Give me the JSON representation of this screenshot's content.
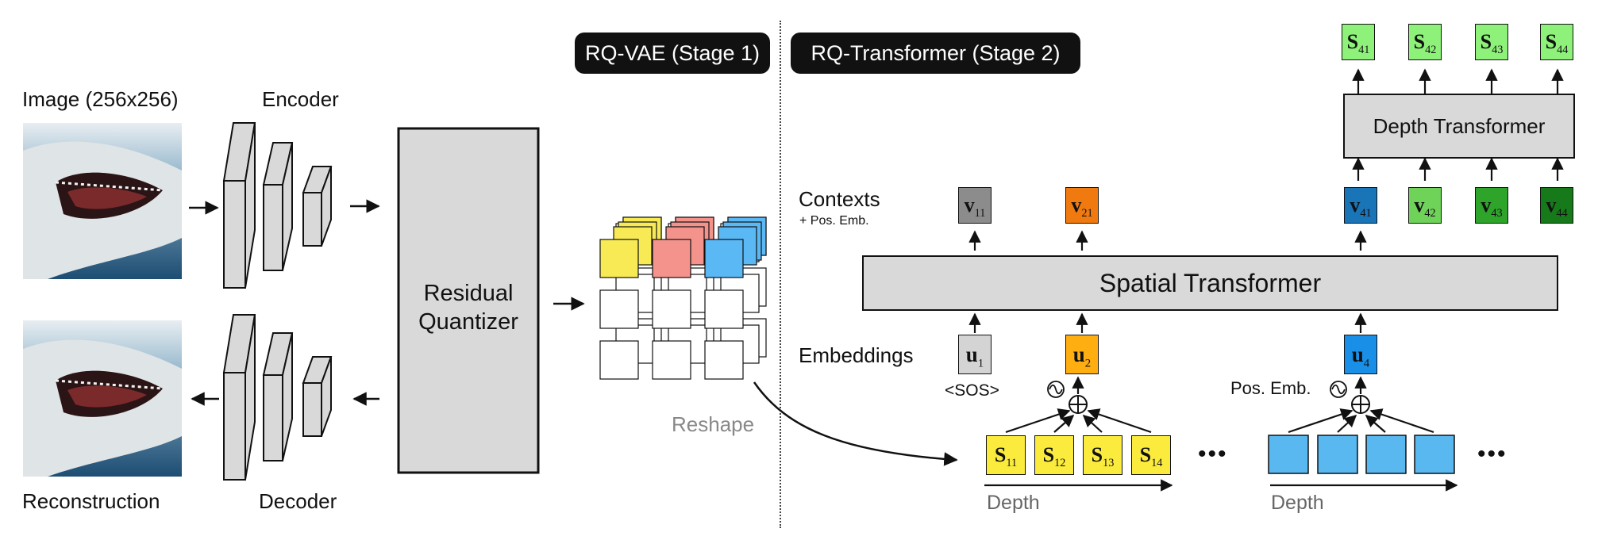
{
  "stage1_tag": "RQ-VAE (Stage 1)",
  "stage2_tag": "RQ-Transformer (Stage 2)",
  "image_label": "Image (256x256)",
  "reconstruction_label": "Reconstruction",
  "encoder_label": "Encoder",
  "decoder_label": "Decoder",
  "quantizer_label_line1": "Residual",
  "quantizer_label_line2": "Quantizer",
  "reshape_label": "Reshape",
  "contexts_label": "Contexts",
  "pos_emb_note": "+ Pos. Emb.",
  "embeddings_label": "Embeddings",
  "sos_label": "<SOS>",
  "pos_emb_label": "Pos. Emb.",
  "spatial_transformer_label": "Spatial Transformer",
  "depth_transformer_label": "Depth Transformer",
  "depth_label": "Depth",
  "dots": "•••",
  "outputs": [
    {
      "base": "S",
      "sub": "41"
    },
    {
      "base": "S",
      "sub": "42"
    },
    {
      "base": "S",
      "sub": "43"
    },
    {
      "base": "S",
      "sub": "44"
    }
  ],
  "contexts": [
    {
      "base": "v",
      "sub": "11"
    },
    {
      "base": "v",
      "sub": "21"
    },
    {
      "base": "v",
      "sub": "41"
    },
    {
      "base": "v",
      "sub": "42"
    },
    {
      "base": "v",
      "sub": "43"
    },
    {
      "base": "v",
      "sub": "44"
    }
  ],
  "embeddings": [
    {
      "base": "u",
      "sub": "1"
    },
    {
      "base": "u",
      "sub": "2"
    },
    {
      "base": "u",
      "sub": "4"
    }
  ],
  "codes": [
    {
      "base": "S",
      "sub": "11"
    },
    {
      "base": "S",
      "sub": "12"
    },
    {
      "base": "S",
      "sub": "13"
    },
    {
      "base": "S",
      "sub": "14"
    }
  ],
  "colors": {
    "output_green": "#8ef27a",
    "context_gray": "#8c8c8c",
    "context_orange": "#f07a10",
    "context_blue": "#1a74b8",
    "context_green1": "#6fd35a",
    "context_green2": "#2ea42a",
    "context_green3": "#177a1a",
    "embed_gray": "#d4d4d4",
    "embed_orange": "#ffae12",
    "embed_blue": "#1a8fe8",
    "code_yellow": "#fbeb3d",
    "code_blue": "#5ab8f0",
    "block_gray": "#d9d9d9",
    "cube_yellow": "#f7ea54",
    "cube_pink": "#f4938c",
    "cube_blue": "#5ab8f5"
  }
}
